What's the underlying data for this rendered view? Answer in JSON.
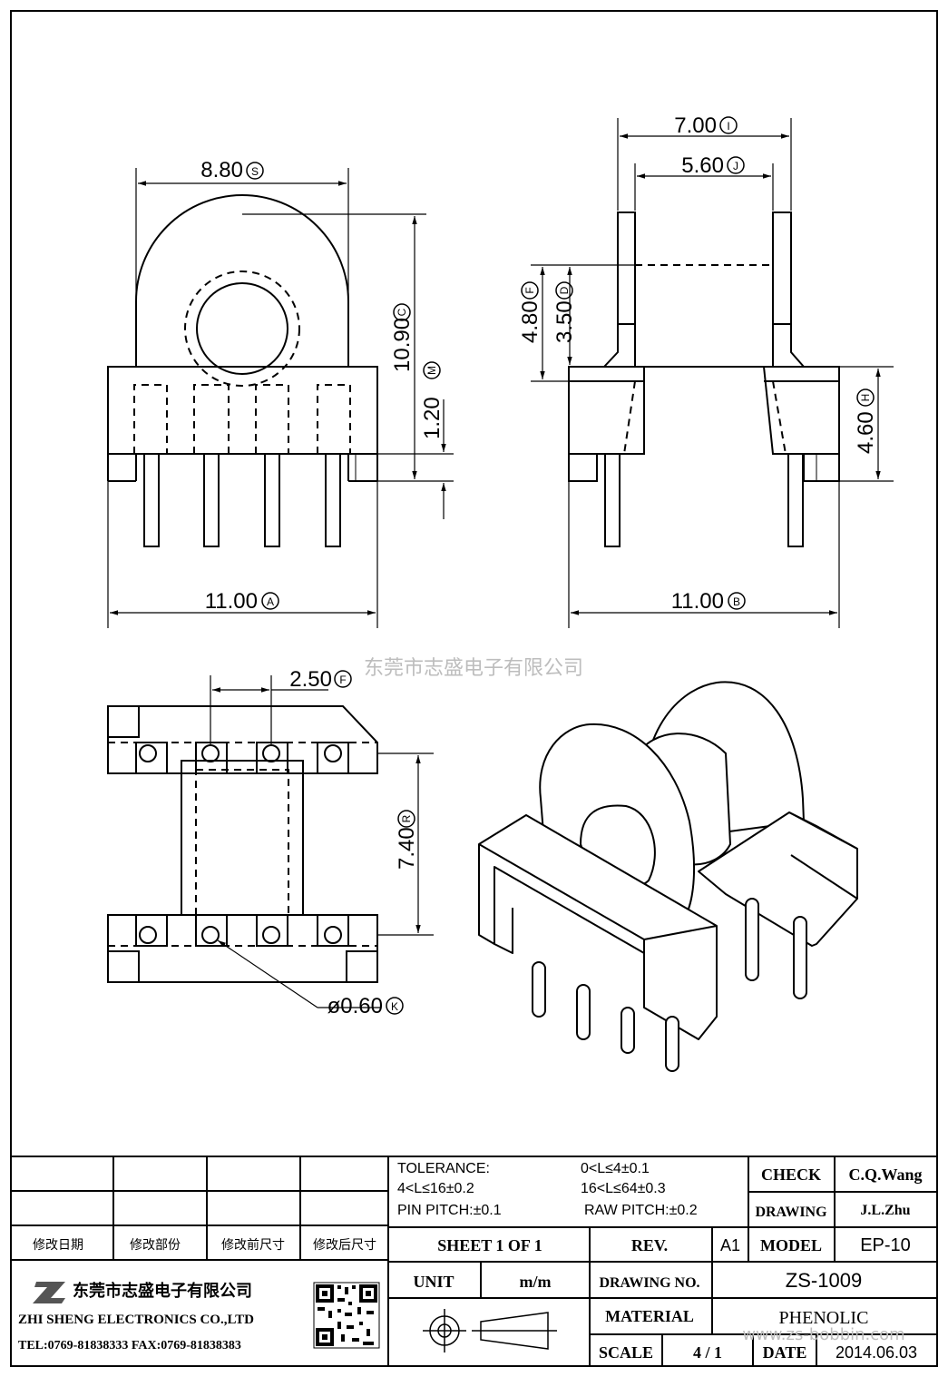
{
  "watermark": "东莞市志盛电子有限公司",
  "watermark_url": "www.zs-bobbin.com",
  "dimensions": {
    "front_width": {
      "value": "8.80",
      "tag": "S"
    },
    "front_height": {
      "value": "10.90",
      "tag": "C"
    },
    "front_pin_gap": {
      "value": "1.20",
      "tag": "M"
    },
    "front_base": {
      "value": "11.00",
      "tag": "A"
    },
    "side_outer": {
      "value": "7.00",
      "tag": "I"
    },
    "side_inner": {
      "value": "5.60",
      "tag": "J"
    },
    "side_height": {
      "value": "4.80",
      "tag": "F"
    },
    "side_window": {
      "value": "3.50",
      "tag": "D"
    },
    "side_base_h": {
      "value": "4.60",
      "tag": "H"
    },
    "side_base": {
      "value": "11.00",
      "tag": "B"
    },
    "pin_pitch": {
      "value": "2.50",
      "tag": "F"
    },
    "row_spacing": {
      "value": "7.40",
      "tag": "R"
    },
    "pin_diameter": {
      "value": "ø0.60",
      "tag": "K"
    }
  },
  "title_block": {
    "revision_headers": [
      "修改日期",
      "修改部份",
      "修改前尺寸",
      "修改后尺寸"
    ],
    "tolerance_label": "TOLERANCE:",
    "tol_1": "0<L≤4±0.1",
    "tol_2": "4<L≤16±0.2",
    "tol_3": "16<L≤64±0.3",
    "pin_pitch_tol": "PIN PITCH:±0.1",
    "raw_pitch_tol": "RAW PITCH:±0.2",
    "check_label": "CHECK",
    "check_value": "C.Q.Wang",
    "drawing_label": "DRAWING",
    "drawing_value": "J.L.Zhu",
    "sheet": "SHEET  1  OF  1",
    "rev_label": "REV.",
    "rev_value": "A1",
    "model_label": "MODEL",
    "model_value": "EP-10",
    "unit_label": "UNIT",
    "unit_value": "m/m",
    "drawing_no_label": "DRAWING  NO.",
    "drawing_no_value": "ZS-1009",
    "material_label": "MATERIAL",
    "material_value": "PHENOLIC",
    "scale_label": "SCALE",
    "scale_value": "4  /  1",
    "date_label": "DATE",
    "date_value": "2014.06.03",
    "company_cn": "东莞市志盛电子有限公司",
    "company_en": "ZHI SHENG  ELECTRONICS CO.,LTD",
    "contact": "TEL:0769-81838333 FAX:0769-81838383",
    "logo": "ZS"
  }
}
